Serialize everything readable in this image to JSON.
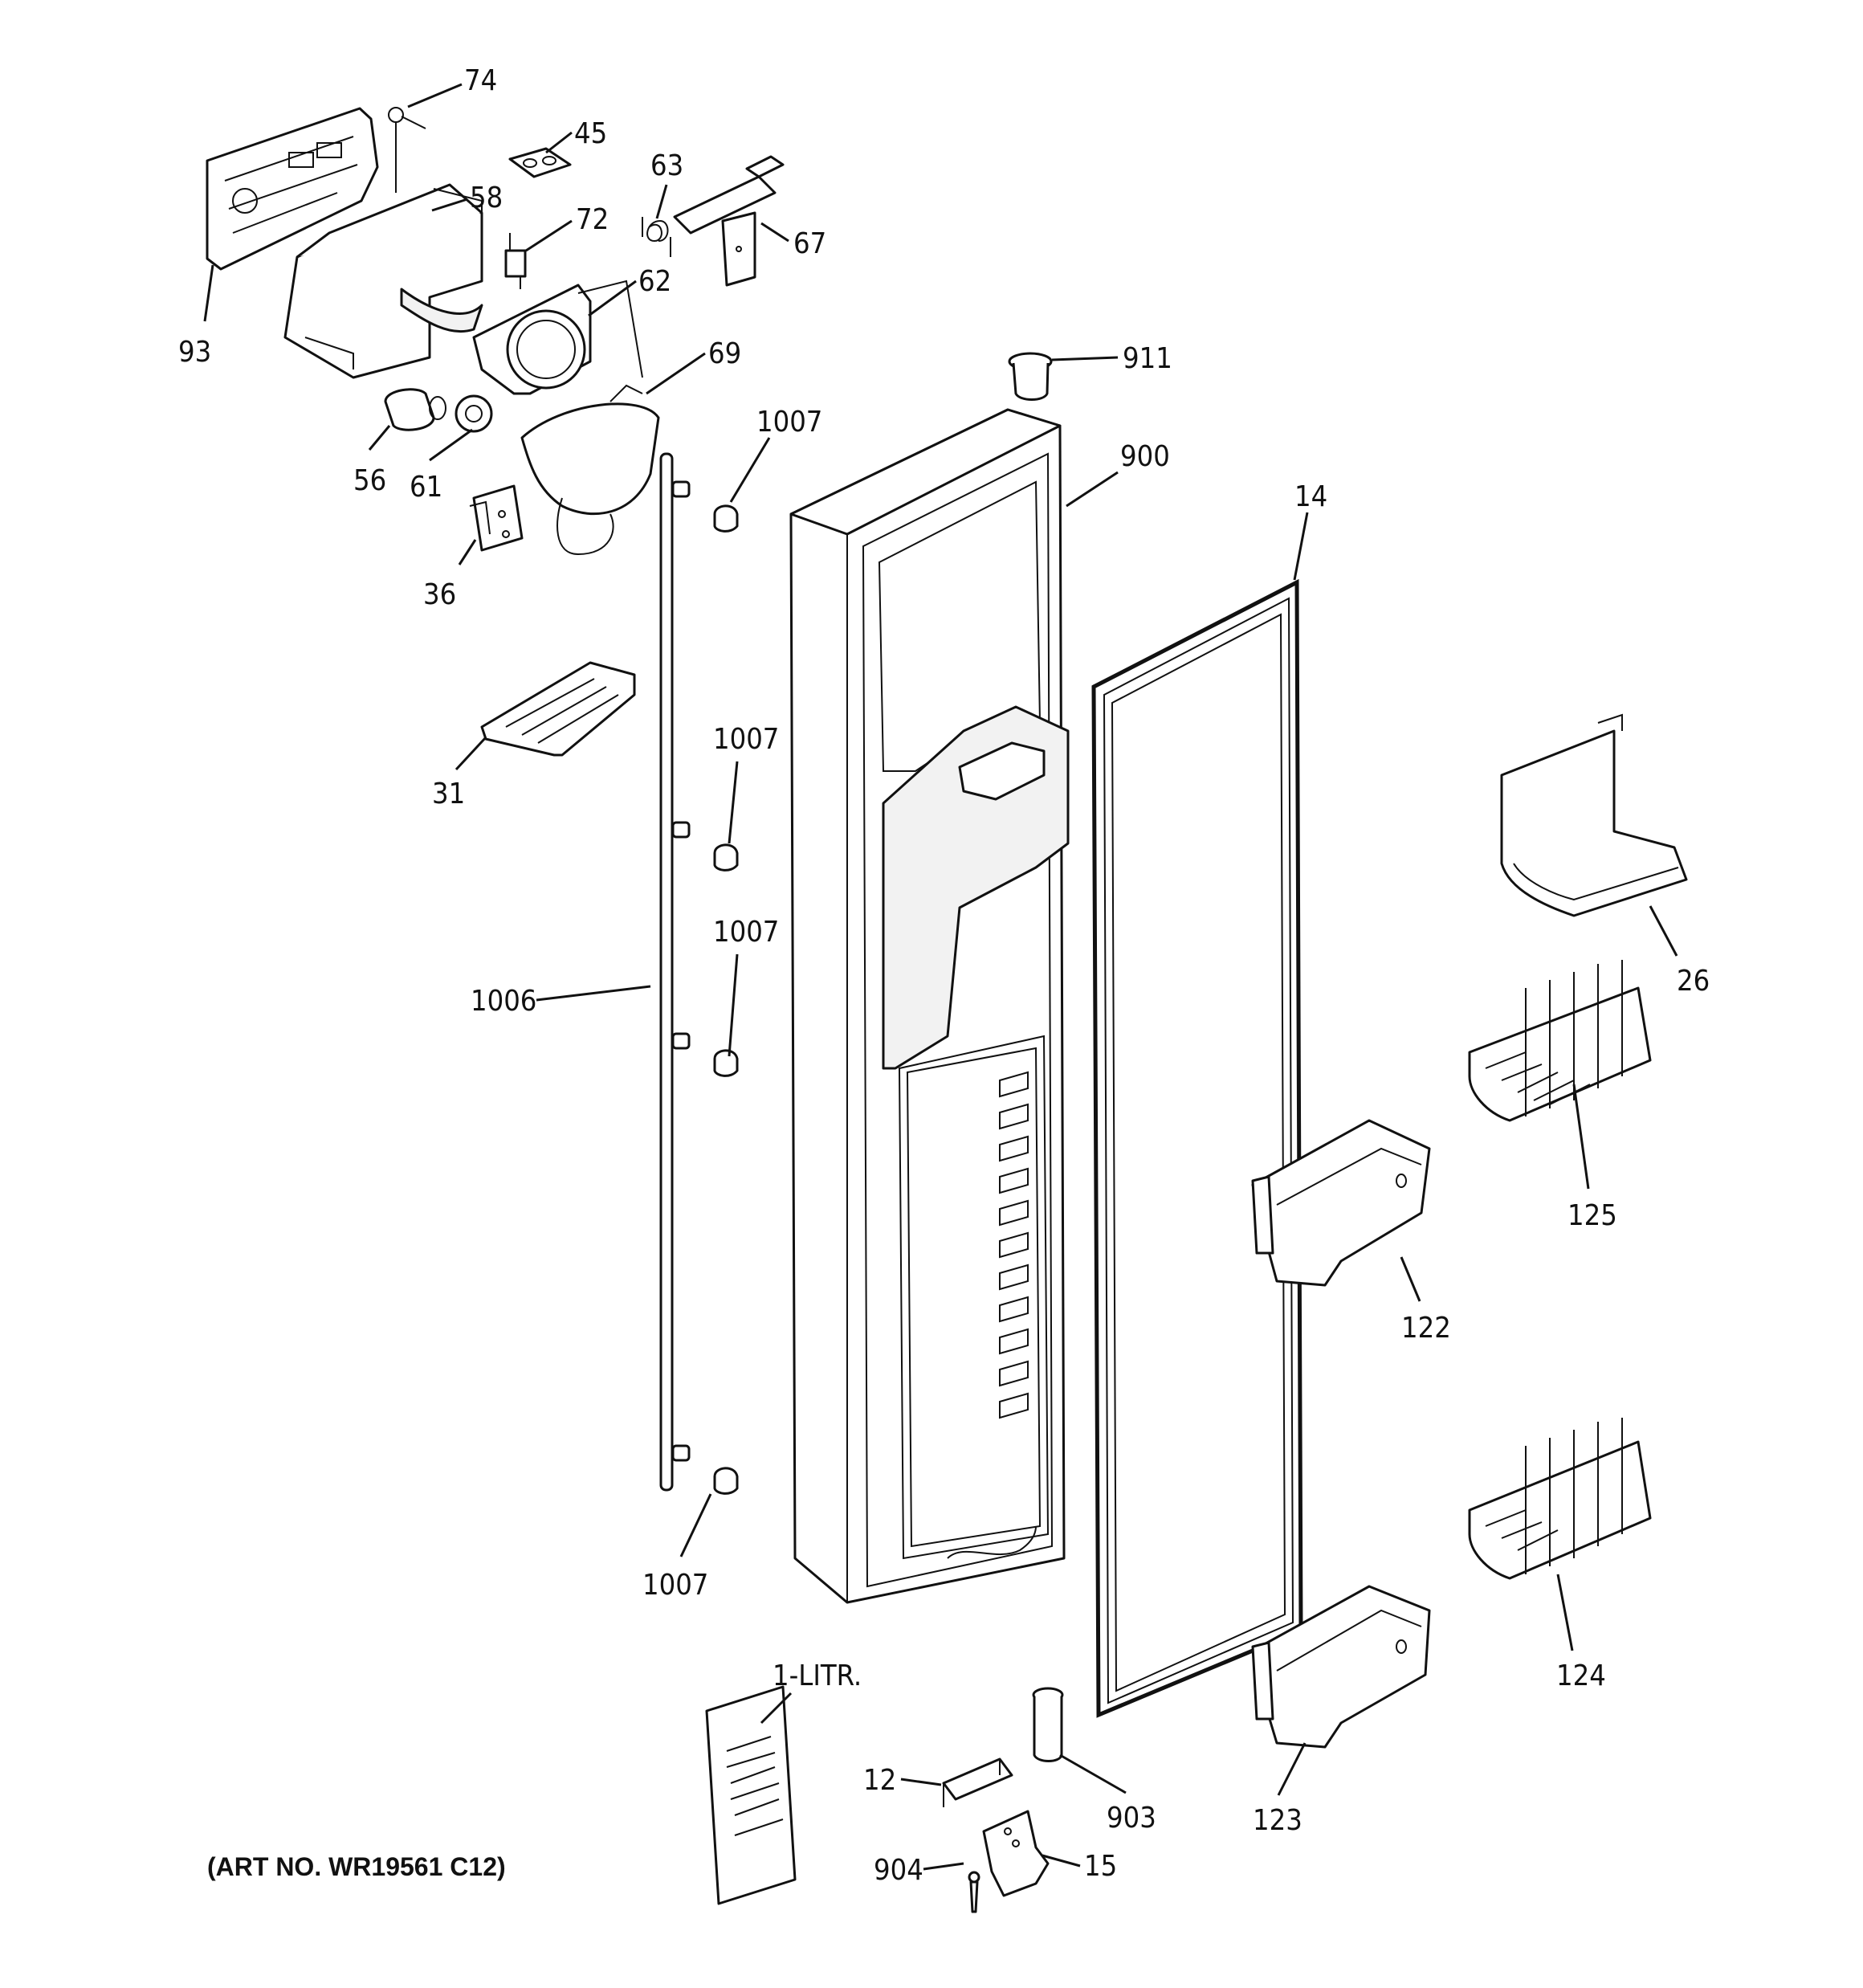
{
  "art_number": "(ART NO. WR19561 C12)",
  "callouts": {
    "c74": "74",
    "c45": "45",
    "c58": "58",
    "c63": "63",
    "c72": "72",
    "c67": "67",
    "c62": "62",
    "c93": "93",
    "c69": "69",
    "c911": "911",
    "c56": "56",
    "c61": "61",
    "c1007a": "1007",
    "c900": "900",
    "c36": "36",
    "c14": "14",
    "c31": "31",
    "c1007b": "1007",
    "c1007c": "1007",
    "c26": "26",
    "c1006": "1006",
    "c125": "125",
    "c122": "122",
    "c1007d": "1007",
    "c124": "124",
    "c1litr": "1-LITR.",
    "c12": "12",
    "c903": "903",
    "c123": "123",
    "c904": "904",
    "c15": "15"
  }
}
